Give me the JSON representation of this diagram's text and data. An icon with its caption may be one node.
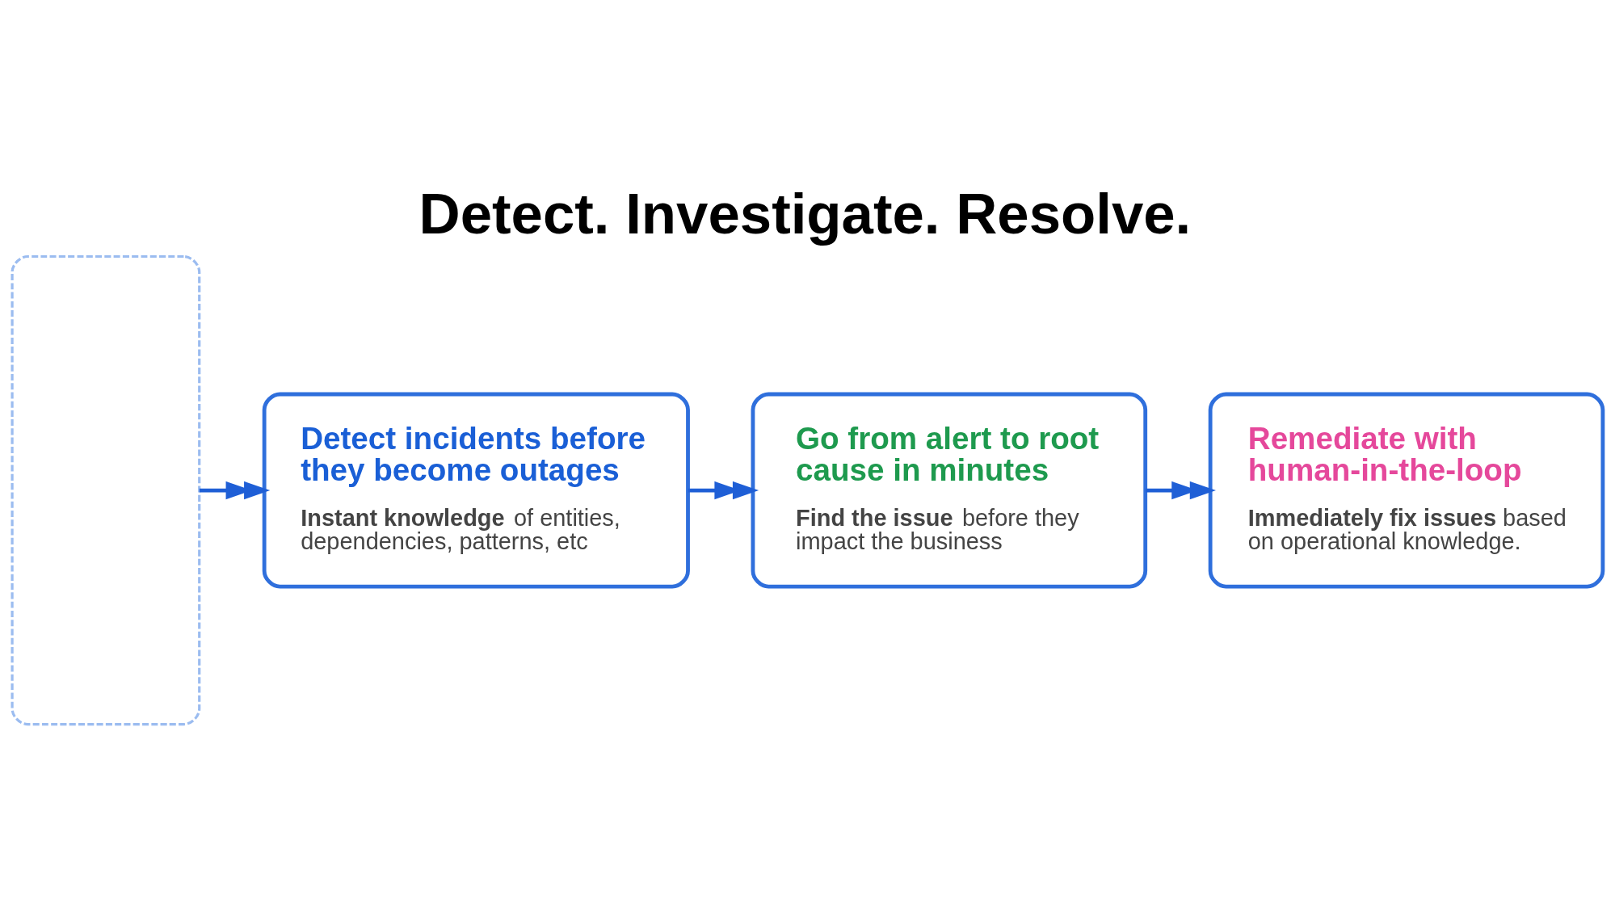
{
  "diagram": {
    "title": "Detect. Investigate. Resolve.",
    "nodes": [
      {
        "text": [],
        "shape": "box"
      },
      {
        "text": [
          "Detect incidents before they become outages",
          "**Instant knowledge** of entities, dependencies, patterns, etc"
        ]
      },
      {
        "text": [
          "Go from alert to root cause in minutes",
          "**Find the issue** before they impact the business"
        ]
      },
      {
        "text": [
          "Remediate with human-in-the-loop",
          "**Immediately fix issues** based on operational knowledge."
        ]
      }
    ],
    "edges": [
      {
        "from": 0,
        "to": 1,
        "arrow": "to"
      },
      {
        "from": 1,
        "to": 2,
        "arrow": "to"
      },
      {
        "from": 2,
        "to": 3,
        "arrow": "to"
      }
    ]
  }
}
